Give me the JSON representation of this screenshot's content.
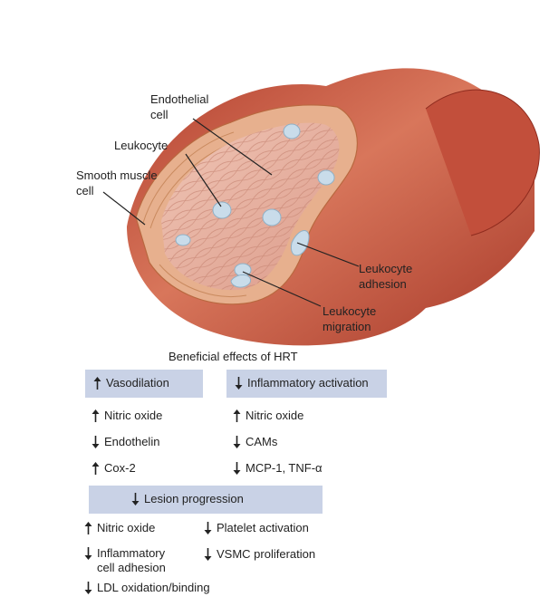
{
  "labels": {
    "endothelial": "Endothelial\ncell",
    "leukocyte": "Leukocyte",
    "smooth_muscle": "Smooth muscle\ncell",
    "leukocyte_adhesion": "Leukocyte\nadhesion",
    "leukocyte_migration": "Leukocyte\nmigration"
  },
  "title": "Beneficial effects of HRT",
  "vasodilation": {
    "header": "Vasodilation",
    "header_dir": "up",
    "items": [
      {
        "text": "Nitric oxide",
        "dir": "up"
      },
      {
        "text": "Endothelin",
        "dir": "down"
      },
      {
        "text": "Cox-2",
        "dir": "up"
      }
    ]
  },
  "inflammatory": {
    "header": "Inflammatory activation",
    "header_dir": "down",
    "items": [
      {
        "text": "Nitric oxide",
        "dir": "up"
      },
      {
        "text": "CAMs",
        "dir": "down"
      },
      {
        "text": "MCP-1, TNF-α",
        "dir": "down"
      }
    ]
  },
  "lesion": {
    "header": "Lesion progression",
    "header_dir": "down",
    "left_items": [
      {
        "text": "Nitric oxide",
        "dir": "up"
      },
      {
        "text": "Inflammatory\ncell adhesion",
        "dir": "down"
      },
      {
        "text": "LDL oxidation/binding",
        "dir": "down"
      }
    ],
    "right_items": [
      {
        "text": "Platelet activation",
        "dir": "down"
      },
      {
        "text": "VSMC proliferation",
        "dir": "down"
      }
    ]
  },
  "colors": {
    "panel": "#c9d2e6",
    "vessel_outer": "#c2553f",
    "vessel_wall": "#e8b79a",
    "lumen": "#e9b6a6",
    "leukocyte": "#c7dbe8"
  }
}
